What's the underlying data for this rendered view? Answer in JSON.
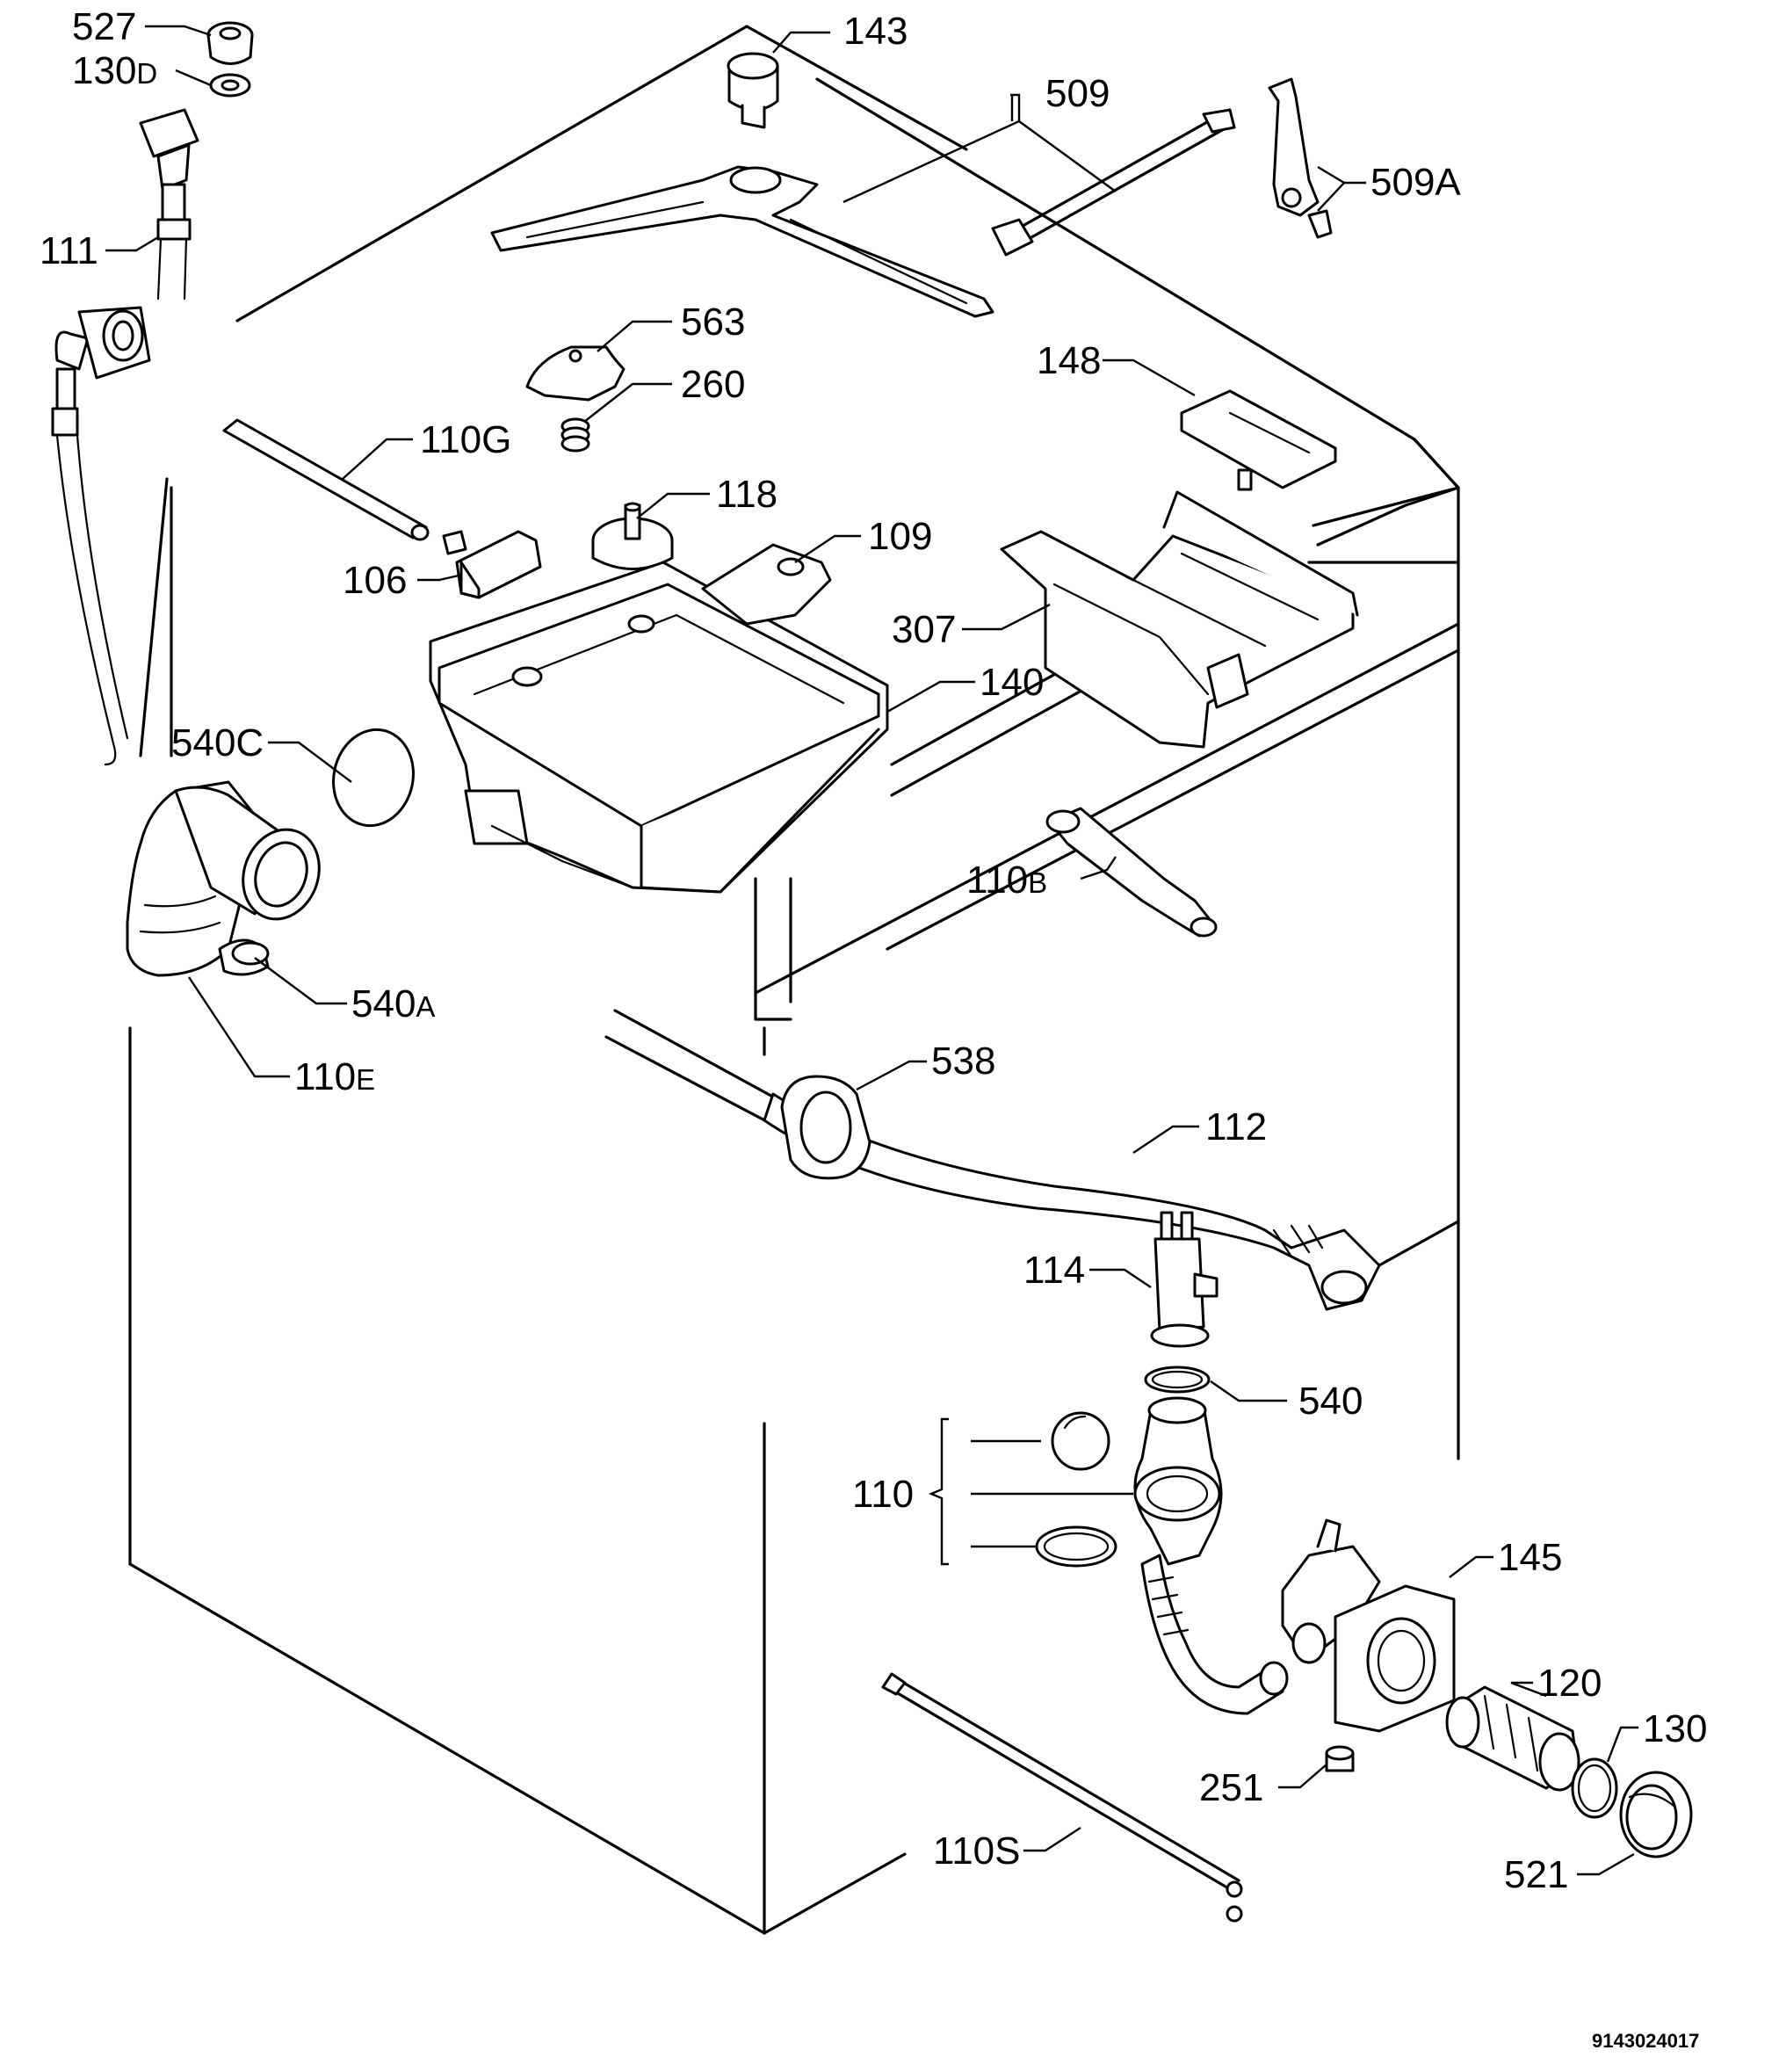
{
  "labels": {
    "l527": "527",
    "l130d": "130",
    "l130d_sub": "D",
    "l143": "143",
    "l509": "509",
    "l509a": "509A",
    "l111": "111",
    "l563": "563",
    "l260": "260",
    "l148": "148",
    "l110g": "110G",
    "l118": "118",
    "l109": "109",
    "l106": "106",
    "l307": "307",
    "l140": "140",
    "l540c": "540C",
    "l110b": "110",
    "l110b_sub": "B",
    "l540a": "540",
    "l540a_sub": "A",
    "l110e": "110",
    "l110e_sub": "E",
    "l538": "538",
    "l112": "112",
    "l114": "114",
    "l540": "540",
    "l110": "110",
    "l145": "145",
    "l120": "120",
    "l130": "130",
    "l251": "251",
    "l110s": "110S",
    "l521": "521"
  },
  "drawing_code": "9143024017"
}
